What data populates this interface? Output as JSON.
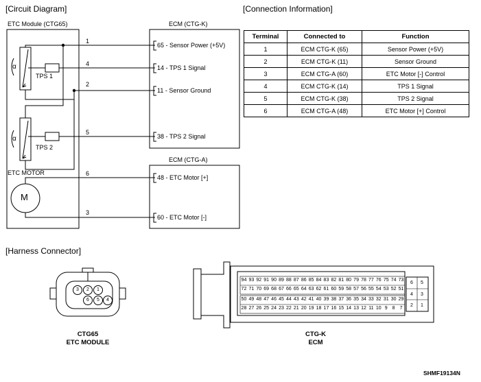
{
  "circuit": {
    "title": "[Circuit Diagram]",
    "etc_module": "ETC Module (CTG65)",
    "ecm_k": "ECM (CTG-K)",
    "ecm_a": "ECM (CTG-A)",
    "tps1": "TPS 1",
    "tps2": "TPS 2",
    "alpha": "α",
    "etc_motor": "ETC MOTOR",
    "motor_symbol": "M",
    "wires": [
      "1",
      "4",
      "2",
      "5",
      "6",
      "3"
    ],
    "ecm_k_pins": [
      "65 - Sensor Power (+5V)",
      "14 - TPS 1 Signal",
      "11 - Sensor Ground",
      "38 - TPS 2 Signal"
    ],
    "ecm_a_pins": [
      "48 - ETC Motor [+]",
      "60 - ETC Motor [-]"
    ]
  },
  "connection": {
    "title": "[Connection Information]",
    "headers": [
      "Terminal",
      "Connected to",
      "Function"
    ],
    "rows": [
      [
        "1",
        "ECM CTG-K (65)",
        "Sensor Power (+5V)"
      ],
      [
        "2",
        "ECM CTG-K (11)",
        "Sensor Ground"
      ],
      [
        "3",
        "ECM CTG-A (60)",
        "ETC Motor [-] Control"
      ],
      [
        "4",
        "ECM CTG-K (14)",
        "TPS 1 Signal"
      ],
      [
        "5",
        "ECM CTG-K (38)",
        "TPS 2 Signal"
      ],
      [
        "6",
        "ECM CTG-A (48)",
        "ETC Motor [+] Control"
      ]
    ]
  },
  "harness": {
    "title": "[Harness Connector]",
    "ctg65_pins_top": [
      "3",
      "2",
      "1"
    ],
    "ctg65_pins_bottom": [
      "6",
      "5",
      "4"
    ],
    "ctg65_name": "CTG65",
    "ctg65_desc": "ETC MODULE",
    "ctgk_name": "CTG-K",
    "ctgk_desc": "ECM",
    "ctgk_row1": [
      "94",
      "93",
      "92",
      "91",
      "90",
      "89",
      "88",
      "87",
      "86",
      "85",
      "84",
      "83",
      "82",
      "81",
      "80",
      "79",
      "78",
      "77",
      "76",
      "75",
      "74",
      "73"
    ],
    "ctgk_row2": [
      "72",
      "71",
      "70",
      "69",
      "68",
      "67",
      "66",
      "65",
      "64",
      "63",
      "62",
      "61",
      "60",
      "59",
      "58",
      "57",
      "56",
      "55",
      "54",
      "53",
      "52",
      "51"
    ],
    "ctgk_row3": [
      "50",
      "49",
      "48",
      "47",
      "46",
      "45",
      "44",
      "43",
      "42",
      "41",
      "40",
      "39",
      "38",
      "37",
      "36",
      "35",
      "34",
      "33",
      "32",
      "31",
      "30",
      "29"
    ],
    "ctgk_row4": [
      "28",
      "27",
      "26",
      "25",
      "24",
      "23",
      "22",
      "21",
      "20",
      "19",
      "18",
      "17",
      "16",
      "15",
      "14",
      "13",
      "12",
      "11",
      "10",
      "9",
      "8",
      "7"
    ],
    "ctgk_side_top": [
      "6",
      "5"
    ],
    "ctgk_side_mid": [
      "4",
      "3"
    ],
    "ctgk_side_bot": [
      "2",
      "1"
    ]
  },
  "footer": {
    "code": "SHMF19134N"
  }
}
